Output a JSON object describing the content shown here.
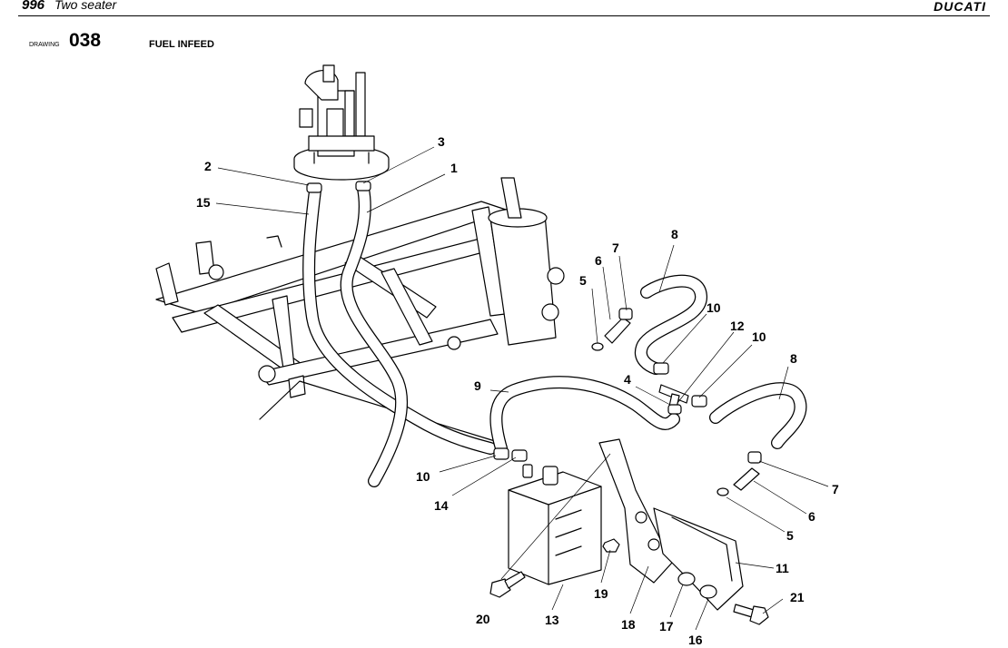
{
  "header": {
    "model": "996",
    "variant": "Two seater",
    "brand": "DUCATI"
  },
  "drawing": {
    "label": "DRAWING",
    "number": "038",
    "title": "FUEL INFEED"
  },
  "callouts": {
    "c1": "1",
    "c2": "2",
    "c3": "3",
    "c4": "4",
    "c5a": "5",
    "c5b": "5",
    "c6a": "6",
    "c6b": "6",
    "c7a": "7",
    "c7b": "7",
    "c8a": "8",
    "c8b": "8",
    "c9": "9",
    "c10a": "10",
    "c10b": "10",
    "c10c": "10",
    "c11": "11",
    "c12": "12",
    "c13": "13",
    "c14": "14",
    "c15": "15",
    "c16": "16",
    "c17": "17",
    "c18": "18",
    "c19": "19",
    "c20": "20",
    "c21": "21"
  }
}
